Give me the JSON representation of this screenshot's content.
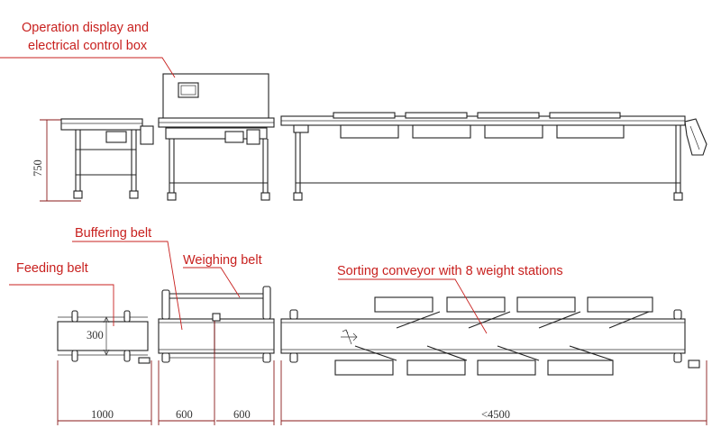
{
  "labels": {
    "control_box_line1": "Operation display and",
    "control_box_line2": "electrical control box",
    "buffering_belt": "Buffering belt",
    "weighing_belt": "Weighing belt",
    "feeding_belt": "Feeding belt",
    "sorting_conveyor": "Sorting conveyor with 8 weight stations"
  },
  "dimensions": {
    "height": "750",
    "belt_width": "300",
    "feeding_length": "1000",
    "buffering_length": "600",
    "weighing_length": "600",
    "sorting_length": "<4500"
  },
  "colors": {
    "label_red": "#c8211f",
    "line": "#222222"
  }
}
